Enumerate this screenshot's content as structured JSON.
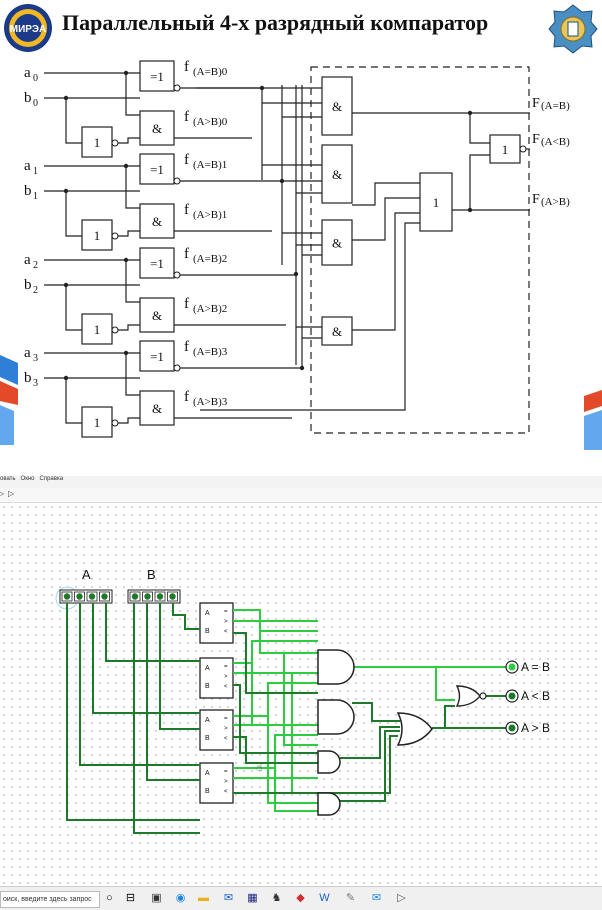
{
  "slide": {
    "title": "Параллельный 4-х разрядный компаратор",
    "logo_left_text": "МИРЭА",
    "inputs": [
      {
        "a": "a",
        "b": "b",
        "idx": "0"
      },
      {
        "a": "a",
        "b": "b",
        "idx": "1"
      },
      {
        "a": "a",
        "b": "b",
        "idx": "2"
      },
      {
        "a": "a",
        "b": "b",
        "idx": "3"
      }
    ],
    "xnor_symbol": "=1",
    "and_symbol": "&",
    "or_symbol": "1",
    "not_symbol": "1",
    "eq_label": "f",
    "eq_sub": "(A=B)",
    "gt_sub": "(A>B)",
    "out_eq_main": "F",
    "out_eq_sub": "(A=B)",
    "out_lt_main": "F",
    "out_lt_sub": "(A<B)",
    "out_gt_main": "F",
    "out_gt_sub": "(A>B)"
  },
  "app": {
    "menu": [
      "овать",
      "Окно",
      "Справка"
    ],
    "toolbar_icons": [
      "stop-icon",
      "play-icon"
    ],
    "bus_a_label": "A",
    "bus_b_label": "B",
    "comp_port_a": "A",
    "comp_port_b": "B",
    "comp_port_eq": "=",
    "comp_port_gt": ">",
    "comp_port_lt": "<",
    "out_eq": "A = B",
    "out_lt": "A < B",
    "out_gt": "A > B",
    "wire_bright": "#2ecc40",
    "wire_dark": "#1e7a2a"
  },
  "taskbar": {
    "search_text": "оиск, введите здесь запрос"
  }
}
